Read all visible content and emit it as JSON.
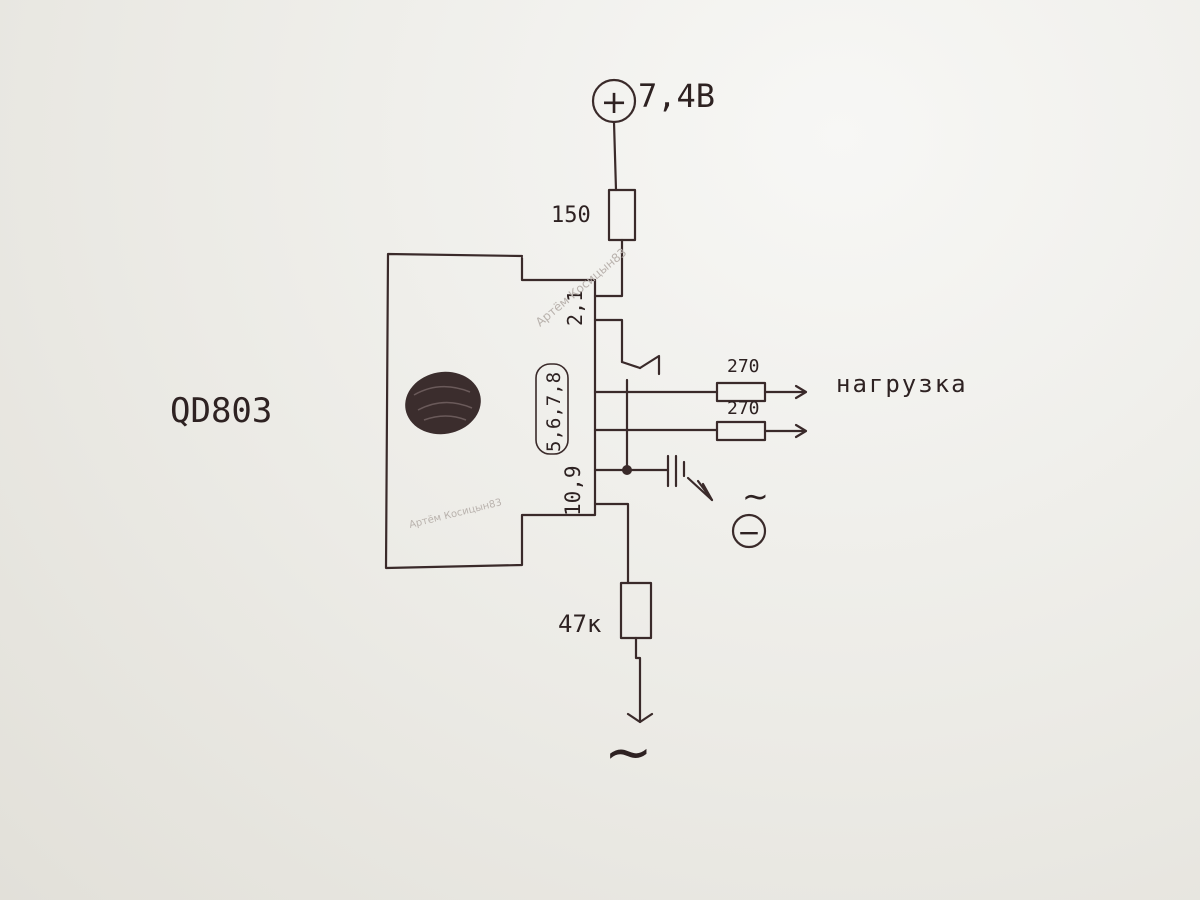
{
  "supply": {
    "symbol": "+",
    "voltage": "7,4В"
  },
  "resistors": {
    "r_supply": "150",
    "r_load_1": "270",
    "r_load_2": "270",
    "r_input": "47к"
  },
  "load_label": "нагрузка",
  "module_name": "QD803",
  "pins": {
    "top": "2,1",
    "middle": "5,6,7,8",
    "bottom": "10,9"
  },
  "ac_symbols": {
    "minus_right": "~",
    "minus_sign": "−",
    "bottom": "~"
  },
  "watermark_text": "Артём Косицын83"
}
